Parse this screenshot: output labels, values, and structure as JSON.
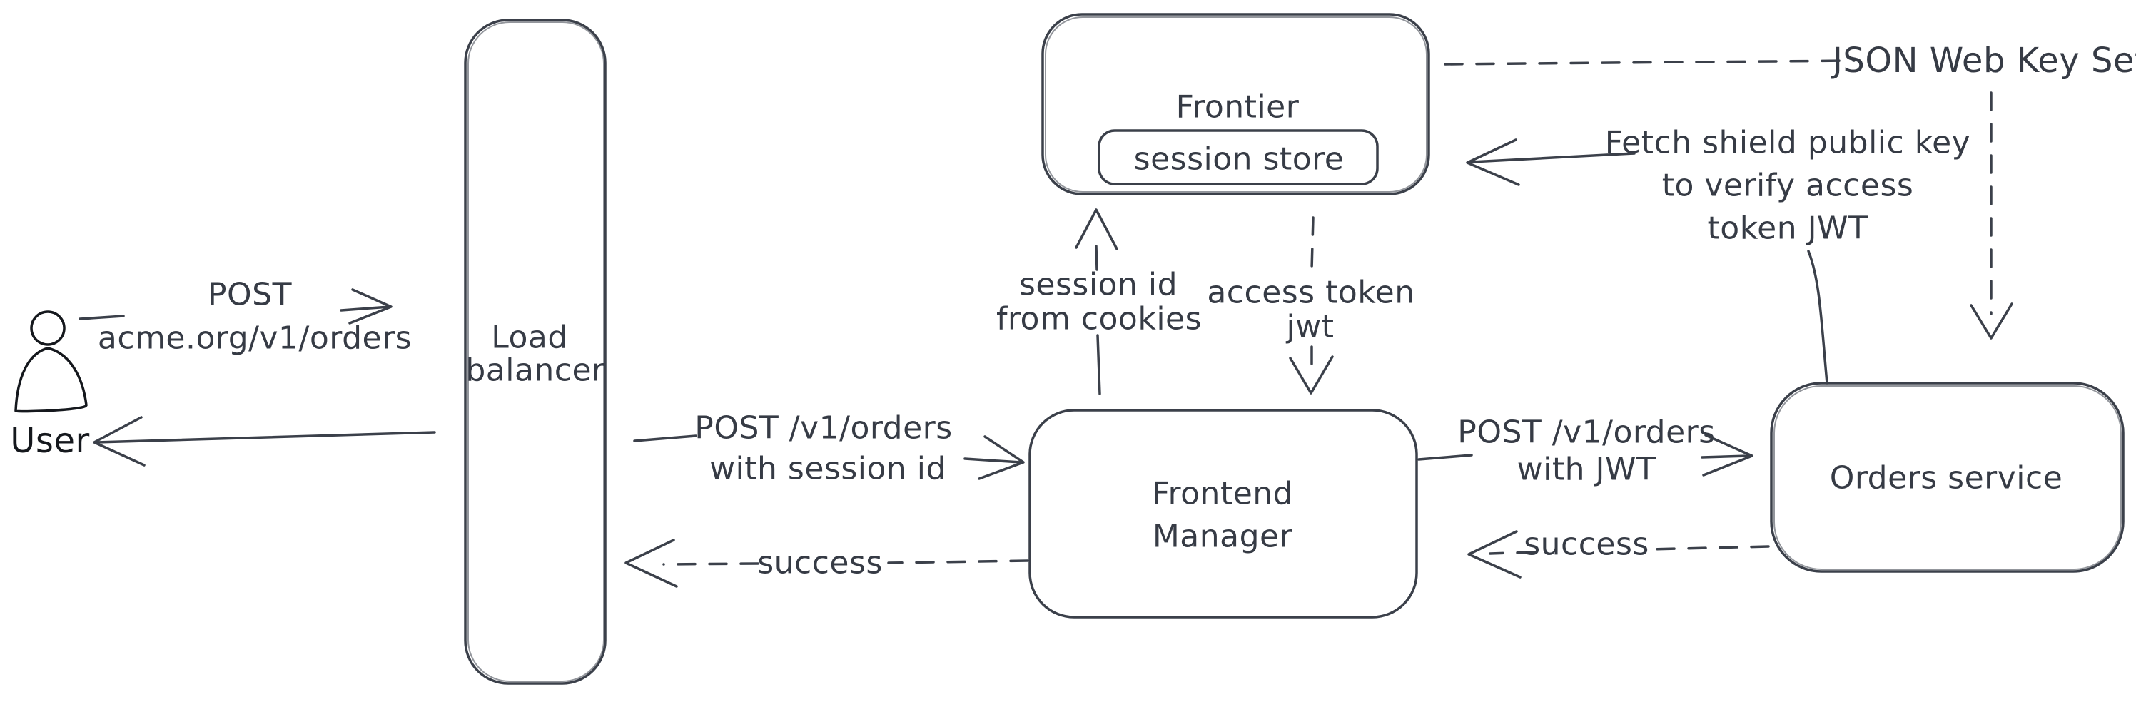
{
  "colors": {
    "stroke": "#3b404a",
    "text": "#363b45",
    "user-stroke": "#15181d",
    "hatch": "#ccd7de",
    "bg": "#ffffff"
  },
  "nodes": {
    "user": {
      "label": "User"
    },
    "load_balancer": {
      "line1": "Load",
      "line2": "balancer"
    },
    "frontier": {
      "label": "Frontier"
    },
    "session_store": {
      "label": "session store"
    },
    "frontend_manager": {
      "line1": "Frontend",
      "line2": "Manager"
    },
    "orders_service": {
      "label": "Orders service"
    }
  },
  "edges": {
    "user_to_lb": {
      "line1": "POST",
      "line2": "acme.org/v1/orders"
    },
    "lb_to_fm": {
      "line1": "POST /v1/orders",
      "line2": "with session id"
    },
    "fm_to_lb": {
      "label": "success"
    },
    "fm_to_frontier": {
      "line1": "session id",
      "line2": "from cookies"
    },
    "frontier_to_fm": {
      "line1": "access token",
      "line2": "jwt"
    },
    "fm_to_orders": {
      "line1": "POST /v1/orders",
      "line2": "with JWT"
    },
    "orders_to_fm": {
      "label": "success"
    },
    "jwks": {
      "label": "JSON Web Key Set"
    },
    "orders_to_frontier": {
      "line1": "Fetch shield public key",
      "line2": "to verify access",
      "line3": "token JWT"
    }
  }
}
